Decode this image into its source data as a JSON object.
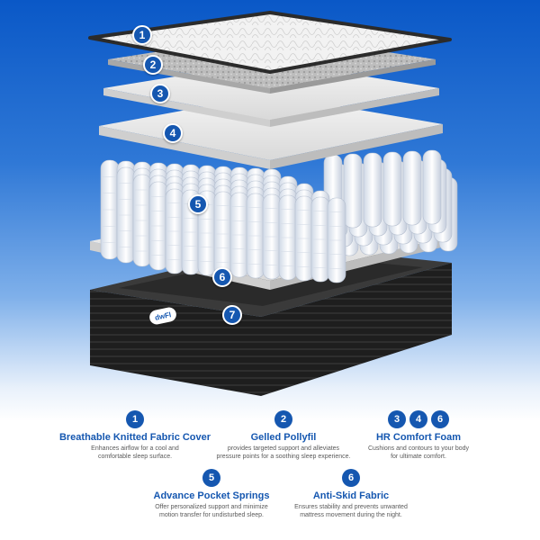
{
  "layers": [
    {
      "number": "1"
    },
    {
      "number": "2"
    },
    {
      "number": "3"
    },
    {
      "number": "4"
    },
    {
      "number": "5"
    },
    {
      "number": "6"
    },
    {
      "number": "7"
    }
  ],
  "brand_label": "dwFl",
  "features": [
    {
      "numbers": [
        "1"
      ],
      "title": "Breathable Knitted Fabric Cover",
      "desc_line1": "Enhances airflow for a cool and",
      "desc_line2": "comfortable sleep surface."
    },
    {
      "numbers": [
        "2"
      ],
      "title": "Gelled Pollyfil",
      "desc_line1": "provides targeted support and alleviates",
      "desc_line2": "pressure points for a soothing sleep experience."
    },
    {
      "numbers": [
        "3",
        "4",
        "6"
      ],
      "title": "HR Comfort Foam",
      "desc_line1": "Cushions and contours to your body",
      "desc_line2": "for ultimate comfort."
    },
    {
      "numbers": [
        "5"
      ],
      "title": "Advance Pocket Springs",
      "desc_line1": "Offer personalized support and minimize",
      "desc_line2": "motion transfer for undisturbed sleep."
    },
    {
      "numbers": [
        "6"
      ],
      "title": "Anti-Skid Fabric",
      "desc_line1": "Ensures stability and prevents unwanted",
      "desc_line2": "mattress movement during the night."
    }
  ],
  "colors": {
    "accent": "#1557b0",
    "base": "#1f1f1f",
    "foam": "#e9e9e9"
  }
}
